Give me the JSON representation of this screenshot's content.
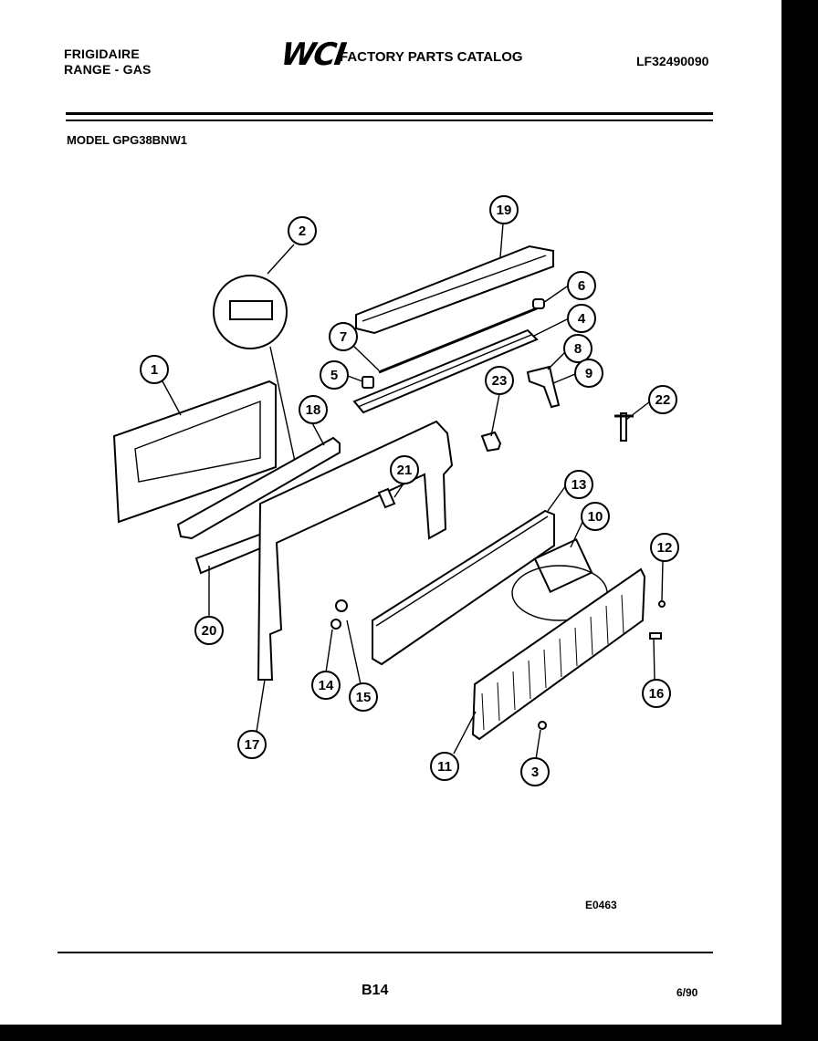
{
  "header": {
    "brand": "FRIGIDAIRE",
    "product": "RANGE - GAS",
    "logo": "WCI",
    "catalog_title": "FACTORY PARTS CATALOG",
    "catalog_number": "LF32490090"
  },
  "model": "MODEL GPG38BNW1",
  "diagram_code": "E0463",
  "footer": {
    "page": "B14",
    "date": "6/90"
  },
  "part_labels": [
    "1",
    "2",
    "3",
    "4",
    "5",
    "6",
    "7",
    "8",
    "9",
    "10",
    "11",
    "12",
    "13",
    "14",
    "15",
    "16",
    "17",
    "18",
    "19",
    "20",
    "21",
    "22",
    "23"
  ]
}
